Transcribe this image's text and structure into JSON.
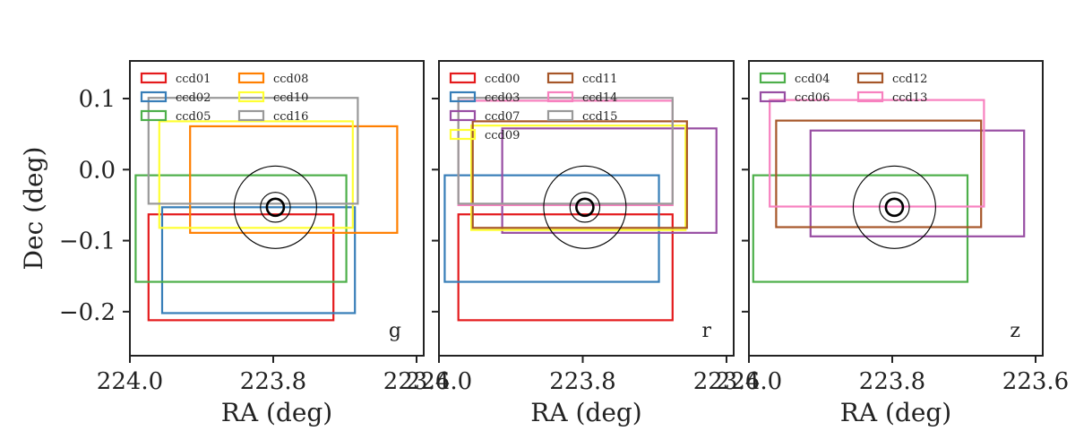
{
  "chart_data": [
    {
      "type": "scatter",
      "panel": "g",
      "band_label": "g",
      "xlabel": "RA (deg)",
      "ylabel": "Dec (deg)",
      "xlim": [
        224.0,
        223.59
      ],
      "ylim": [
        -0.262,
        0.153
      ],
      "x_ticks": [
        "224.0",
        "223.8",
        "223.6"
      ],
      "y_ticks": [
        "0.1",
        "0.0",
        "−0.1",
        "−0.2"
      ],
      "y_tick_values": [
        0.1,
        0.0,
        -0.1,
        -0.2
      ],
      "legend_columns": [
        [
          "ccd01",
          "ccd02",
          "ccd05"
        ],
        [
          "ccd08",
          "ccd10",
          "ccd16"
        ]
      ],
      "legend_placement": "upper-left",
      "center": {
        "ra": 223.797,
        "dec": -0.053
      },
      "circle_radii_deg": [
        0.012,
        0.021,
        0.058
      ],
      "ccds": [
        {
          "name": "ccd01",
          "color": "#e41a1c",
          "ra_min": 223.716,
          "ra_max": 223.974,
          "dec_min": -0.212,
          "dec_max": -0.063
        },
        {
          "name": "ccd02",
          "color": "#377eb8",
          "ra_min": 223.686,
          "ra_max": 223.955,
          "dec_min": -0.202,
          "dec_max": -0.053
        },
        {
          "name": "ccd05",
          "color": "#4daf4a",
          "ra_min": 223.698,
          "ra_max": 223.992,
          "dec_min": -0.158,
          "dec_max": -0.008
        },
        {
          "name": "ccd08",
          "color": "#ff7f00",
          "ra_min": 223.627,
          "ra_max": 223.916,
          "dec_min": -0.089,
          "dec_max": 0.061
        },
        {
          "name": "ccd10",
          "color": "#ffff33",
          "ra_min": 223.689,
          "ra_max": 223.959,
          "dec_min": -0.082,
          "dec_max": 0.068
        },
        {
          "name": "ccd16",
          "color": "#999999",
          "ra_min": 223.682,
          "ra_max": 223.974,
          "dec_min": -0.048,
          "dec_max": 0.101
        }
      ]
    },
    {
      "type": "scatter",
      "panel": "r",
      "band_label": "r",
      "xlabel": "RA (deg)",
      "ylabel": "",
      "xlim": [
        224.0,
        223.59
      ],
      "ylim": [
        -0.262,
        0.153
      ],
      "x_ticks": [
        "224.0",
        "223.8",
        "223.6"
      ],
      "legend_columns": [
        [
          "ccd00",
          "ccd03",
          "ccd07",
          "ccd09"
        ],
        [
          "ccd11",
          "ccd14",
          "ccd15"
        ]
      ],
      "legend_placement": "upper-left",
      "center": {
        "ra": 223.797,
        "dec": -0.053
      },
      "circle_radii_deg": [
        0.012,
        0.021,
        0.058
      ],
      "ccds": [
        {
          "name": "ccd00",
          "color": "#e41a1c",
          "ra_min": 223.675,
          "ra_max": 223.973,
          "dec_min": -0.212,
          "dec_max": -0.063
        },
        {
          "name": "ccd03",
          "color": "#377eb8",
          "ra_min": 223.694,
          "ra_max": 223.992,
          "dec_min": -0.158,
          "dec_max": -0.008
        },
        {
          "name": "ccd07",
          "color": "#984ea3",
          "ra_min": 223.614,
          "ra_max": 223.912,
          "dec_min": -0.089,
          "dec_max": 0.058
        },
        {
          "name": "ccd09",
          "color": "#ffff33",
          "ra_min": 223.657,
          "ra_max": 223.955,
          "dec_min": -0.085,
          "dec_max": 0.062
        },
        {
          "name": "ccd11",
          "color": "#a65628",
          "ra_min": 223.655,
          "ra_max": 223.953,
          "dec_min": -0.082,
          "dec_max": 0.068
        },
        {
          "name": "ccd14",
          "color": "#f781bf",
          "ra_min": 223.675,
          "ra_max": 223.973,
          "dec_min": -0.05,
          "dec_max": 0.097
        },
        {
          "name": "ccd15",
          "color": "#999999",
          "ra_min": 223.675,
          "ra_max": 223.973,
          "dec_min": -0.048,
          "dec_max": 0.101
        }
      ]
    },
    {
      "type": "scatter",
      "panel": "z",
      "band_label": "z",
      "xlabel": "RA (deg)",
      "ylabel": "",
      "xlim": [
        224.0,
        223.59
      ],
      "ylim": [
        -0.262,
        0.153
      ],
      "x_ticks": [
        "224.0",
        "223.8",
        "223.6"
      ],
      "legend_columns": [
        [
          "ccd04",
          "ccd06"
        ],
        [
          "ccd12",
          "ccd13"
        ]
      ],
      "legend_placement": "upper-left",
      "center": {
        "ra": 223.797,
        "dec": -0.053
      },
      "circle_radii_deg": [
        0.012,
        0.021,
        0.058
      ],
      "ccds": [
        {
          "name": "ccd04",
          "color": "#4daf4a",
          "ra_min": 223.695,
          "ra_max": 223.994,
          "dec_min": -0.158,
          "dec_max": -0.008
        },
        {
          "name": "ccd06",
          "color": "#984ea3",
          "ra_min": 223.616,
          "ra_max": 223.914,
          "dec_min": -0.094,
          "dec_max": 0.055
        },
        {
          "name": "ccd12",
          "color": "#a65628",
          "ra_min": 223.676,
          "ra_max": 223.962,
          "dec_min": -0.081,
          "dec_max": 0.069
        },
        {
          "name": "ccd13",
          "color": "#f781bf",
          "ra_min": 223.672,
          "ra_max": 223.971,
          "dec_min": -0.052,
          "dec_max": 0.098
        }
      ]
    }
  ]
}
